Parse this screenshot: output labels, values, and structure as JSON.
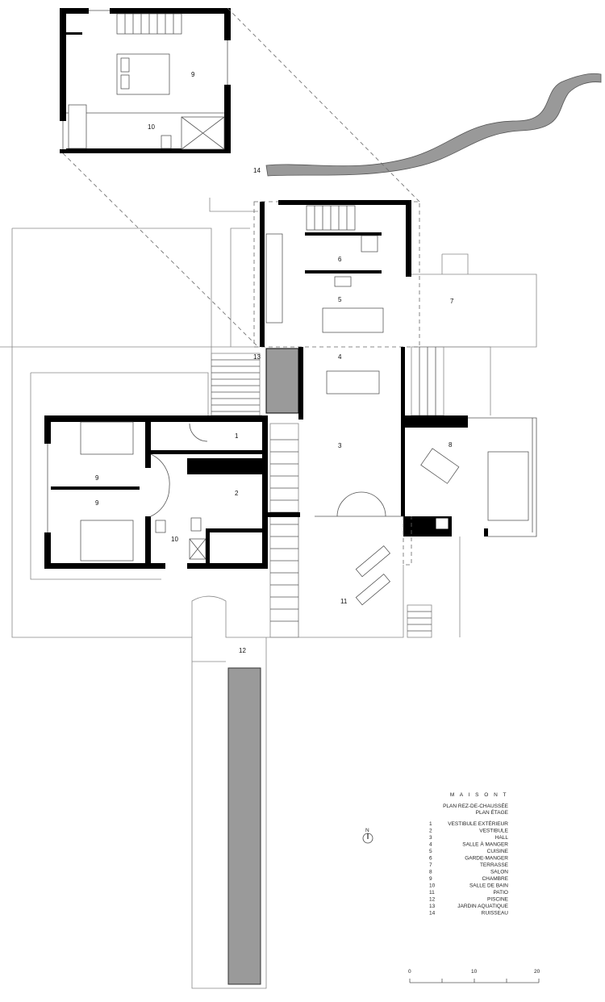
{
  "title": "M A I S O N   T",
  "subtitle_1": "PLAN REZ-DE-CHAUSSÉE",
  "subtitle_2": "PLAN ÉTAGE",
  "legend": [
    {
      "n": "1",
      "label": "VESTIBULE EXTÉRIEUR"
    },
    {
      "n": "2",
      "label": "VESTIBULE"
    },
    {
      "n": "3",
      "label": "HALL"
    },
    {
      "n": "4",
      "label": "SALLE À MANGER"
    },
    {
      "n": "5",
      "label": "CUISINE"
    },
    {
      "n": "6",
      "label": "GARDE-MANGER"
    },
    {
      "n": "7",
      "label": "TERRASSE"
    },
    {
      "n": "8",
      "label": "SALON"
    },
    {
      "n": "9",
      "label": "CHAMBRE"
    },
    {
      "n": "10",
      "label": "SALLE DE BAIN"
    },
    {
      "n": "11",
      "label": "PATIO"
    },
    {
      "n": "12",
      "label": "PISCINE"
    },
    {
      "n": "13",
      "label": "JARDIN AQUATIQUE"
    },
    {
      "n": "14",
      "label": "RUISSEAU"
    }
  ],
  "rooms": {
    "upper_9": "9",
    "upper_10": "10",
    "r14": "14",
    "r13": "13",
    "r6": "6",
    "r5": "5",
    "r7": "7",
    "r4": "4",
    "r1": "1",
    "r3": "3",
    "r8": "8",
    "r9a": "9",
    "r9b": "9",
    "r2": "2",
    "r10": "10",
    "r11": "11",
    "r12": "12"
  },
  "north_label": "N",
  "scale": {
    "ticks": [
      "0",
      "10",
      "20"
    ]
  },
  "colors": {
    "wall": "#000000",
    "water": "#9a9a9a"
  }
}
